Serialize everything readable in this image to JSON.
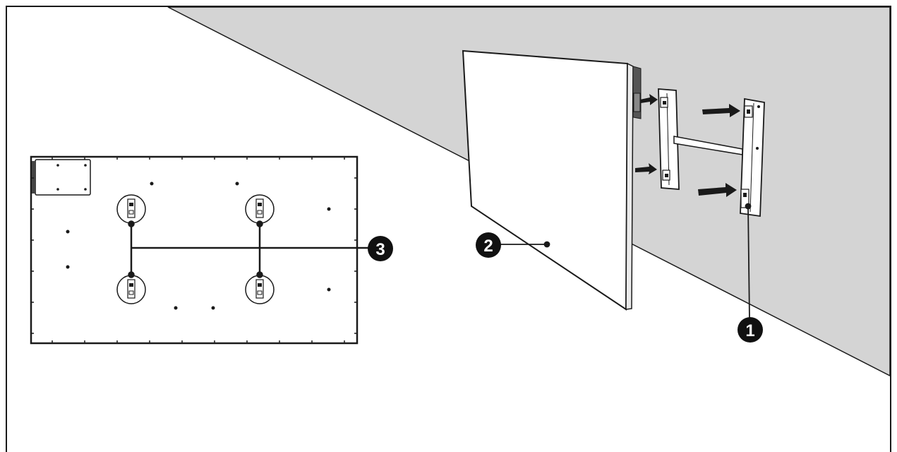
{
  "colors": {
    "wall": "#d4d4d4",
    "line": "#1a1a1a",
    "panel": "#ffffff",
    "callout": "#111111",
    "callout_text": "#ffffff"
  },
  "callouts": [
    {
      "id": "1",
      "label": "1"
    },
    {
      "id": "2",
      "label": "2"
    },
    {
      "id": "3",
      "label": "3"
    }
  ]
}
